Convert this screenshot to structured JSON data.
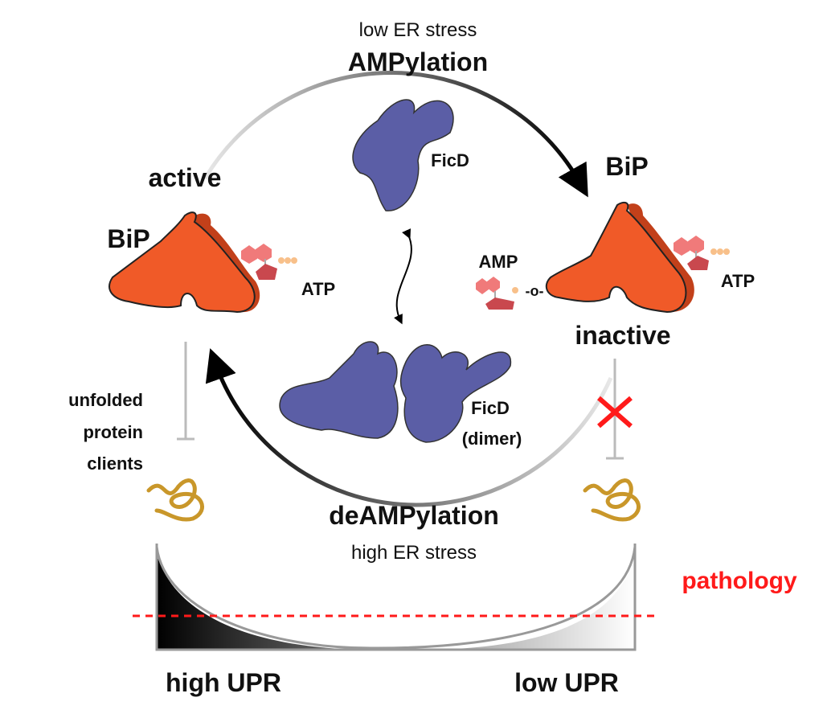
{
  "top": {
    "condition": "low ER stress",
    "process": "AMPylation"
  },
  "bottom": {
    "process": "deAMPylation",
    "condition": "high ER stress"
  },
  "left_state": {
    "state": "active",
    "protein": "BiP",
    "ligand": "ATP"
  },
  "right_state": {
    "state": "inactive",
    "protein": "BiP",
    "ligand": "ATP",
    "modification": "AMP",
    "linker": "-o-"
  },
  "ficd": {
    "monomer": "FicD",
    "dimer_line1": "FicD",
    "dimer_line2": "(dimer)"
  },
  "clients": {
    "line1": "unfolded",
    "line2": "protein",
    "line3": "clients"
  },
  "upr": {
    "high": "high UPR",
    "low": "low UPR",
    "threshold": "pathology"
  },
  "colors": {
    "bip": "#f05a28",
    "bip_shadow": "#c2401a",
    "ficd": "#5b5ea6",
    "client": "#c9972a",
    "pathology": "#ff1a1a",
    "inhibit": "#bbbbbb"
  }
}
